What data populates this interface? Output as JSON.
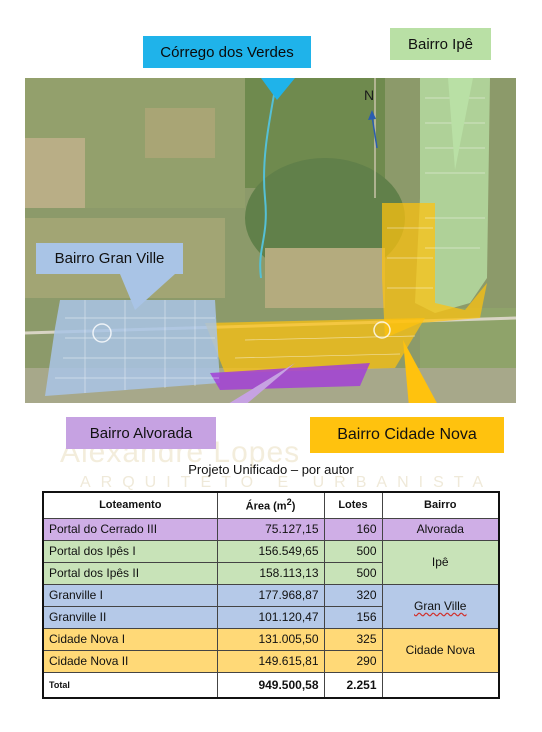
{
  "map": {
    "labels": {
      "corrego": "Córrego dos Verdes",
      "ipe": "Bairro Ipê",
      "granville": "Bairro Gran Ville",
      "alvorada": "Bairro Alvorada",
      "cidade_nova": "Bairro Cidade Nova"
    },
    "north": "N",
    "colors": {
      "corrego": "#1fb3ea",
      "ipe": "#b9e0a5",
      "granville": "#a9c4e6",
      "alvorada": "#c6a2e2",
      "cidade_nova": "#ffc20e"
    },
    "watermark": {
      "line1": "Alexandre Lopes",
      "line2": "ARQUITETO E URBANISTA"
    }
  },
  "caption": "Projeto Unificado – por autor",
  "table": {
    "headers": [
      "Loteamento",
      "Área (m²)",
      "Lotes",
      "Bairro"
    ],
    "rows": [
      {
        "name": "Portal do Cerrado III",
        "area": "75.127,15",
        "lotes": "160",
        "bairro": "Alvorada"
      },
      {
        "name": "Portal dos Ipês I",
        "area": "156.549,65",
        "lotes": "500",
        "bairro": "Ipê"
      },
      {
        "name": "Portal dos Ipês II",
        "area": "158.113,13",
        "lotes": "500",
        "bairro": "Ipê"
      },
      {
        "name": "Granville I",
        "area": "177.968,87",
        "lotes": "320",
        "bairro": "Gran Ville"
      },
      {
        "name": "Granville II",
        "area": "101.120,47",
        "lotes": "156",
        "bairro": "Gran Ville"
      },
      {
        "name": "Cidade Nova I",
        "area": "131.005,50",
        "lotes": "325",
        "bairro": "Cidade Nova"
      },
      {
        "name": "Cidade Nova II",
        "area": "149.615,81",
        "lotes": "290",
        "bairro": "Cidade Nova"
      }
    ],
    "total": {
      "label": "Total",
      "area": "949.500,58",
      "lotes": "2.251"
    }
  }
}
